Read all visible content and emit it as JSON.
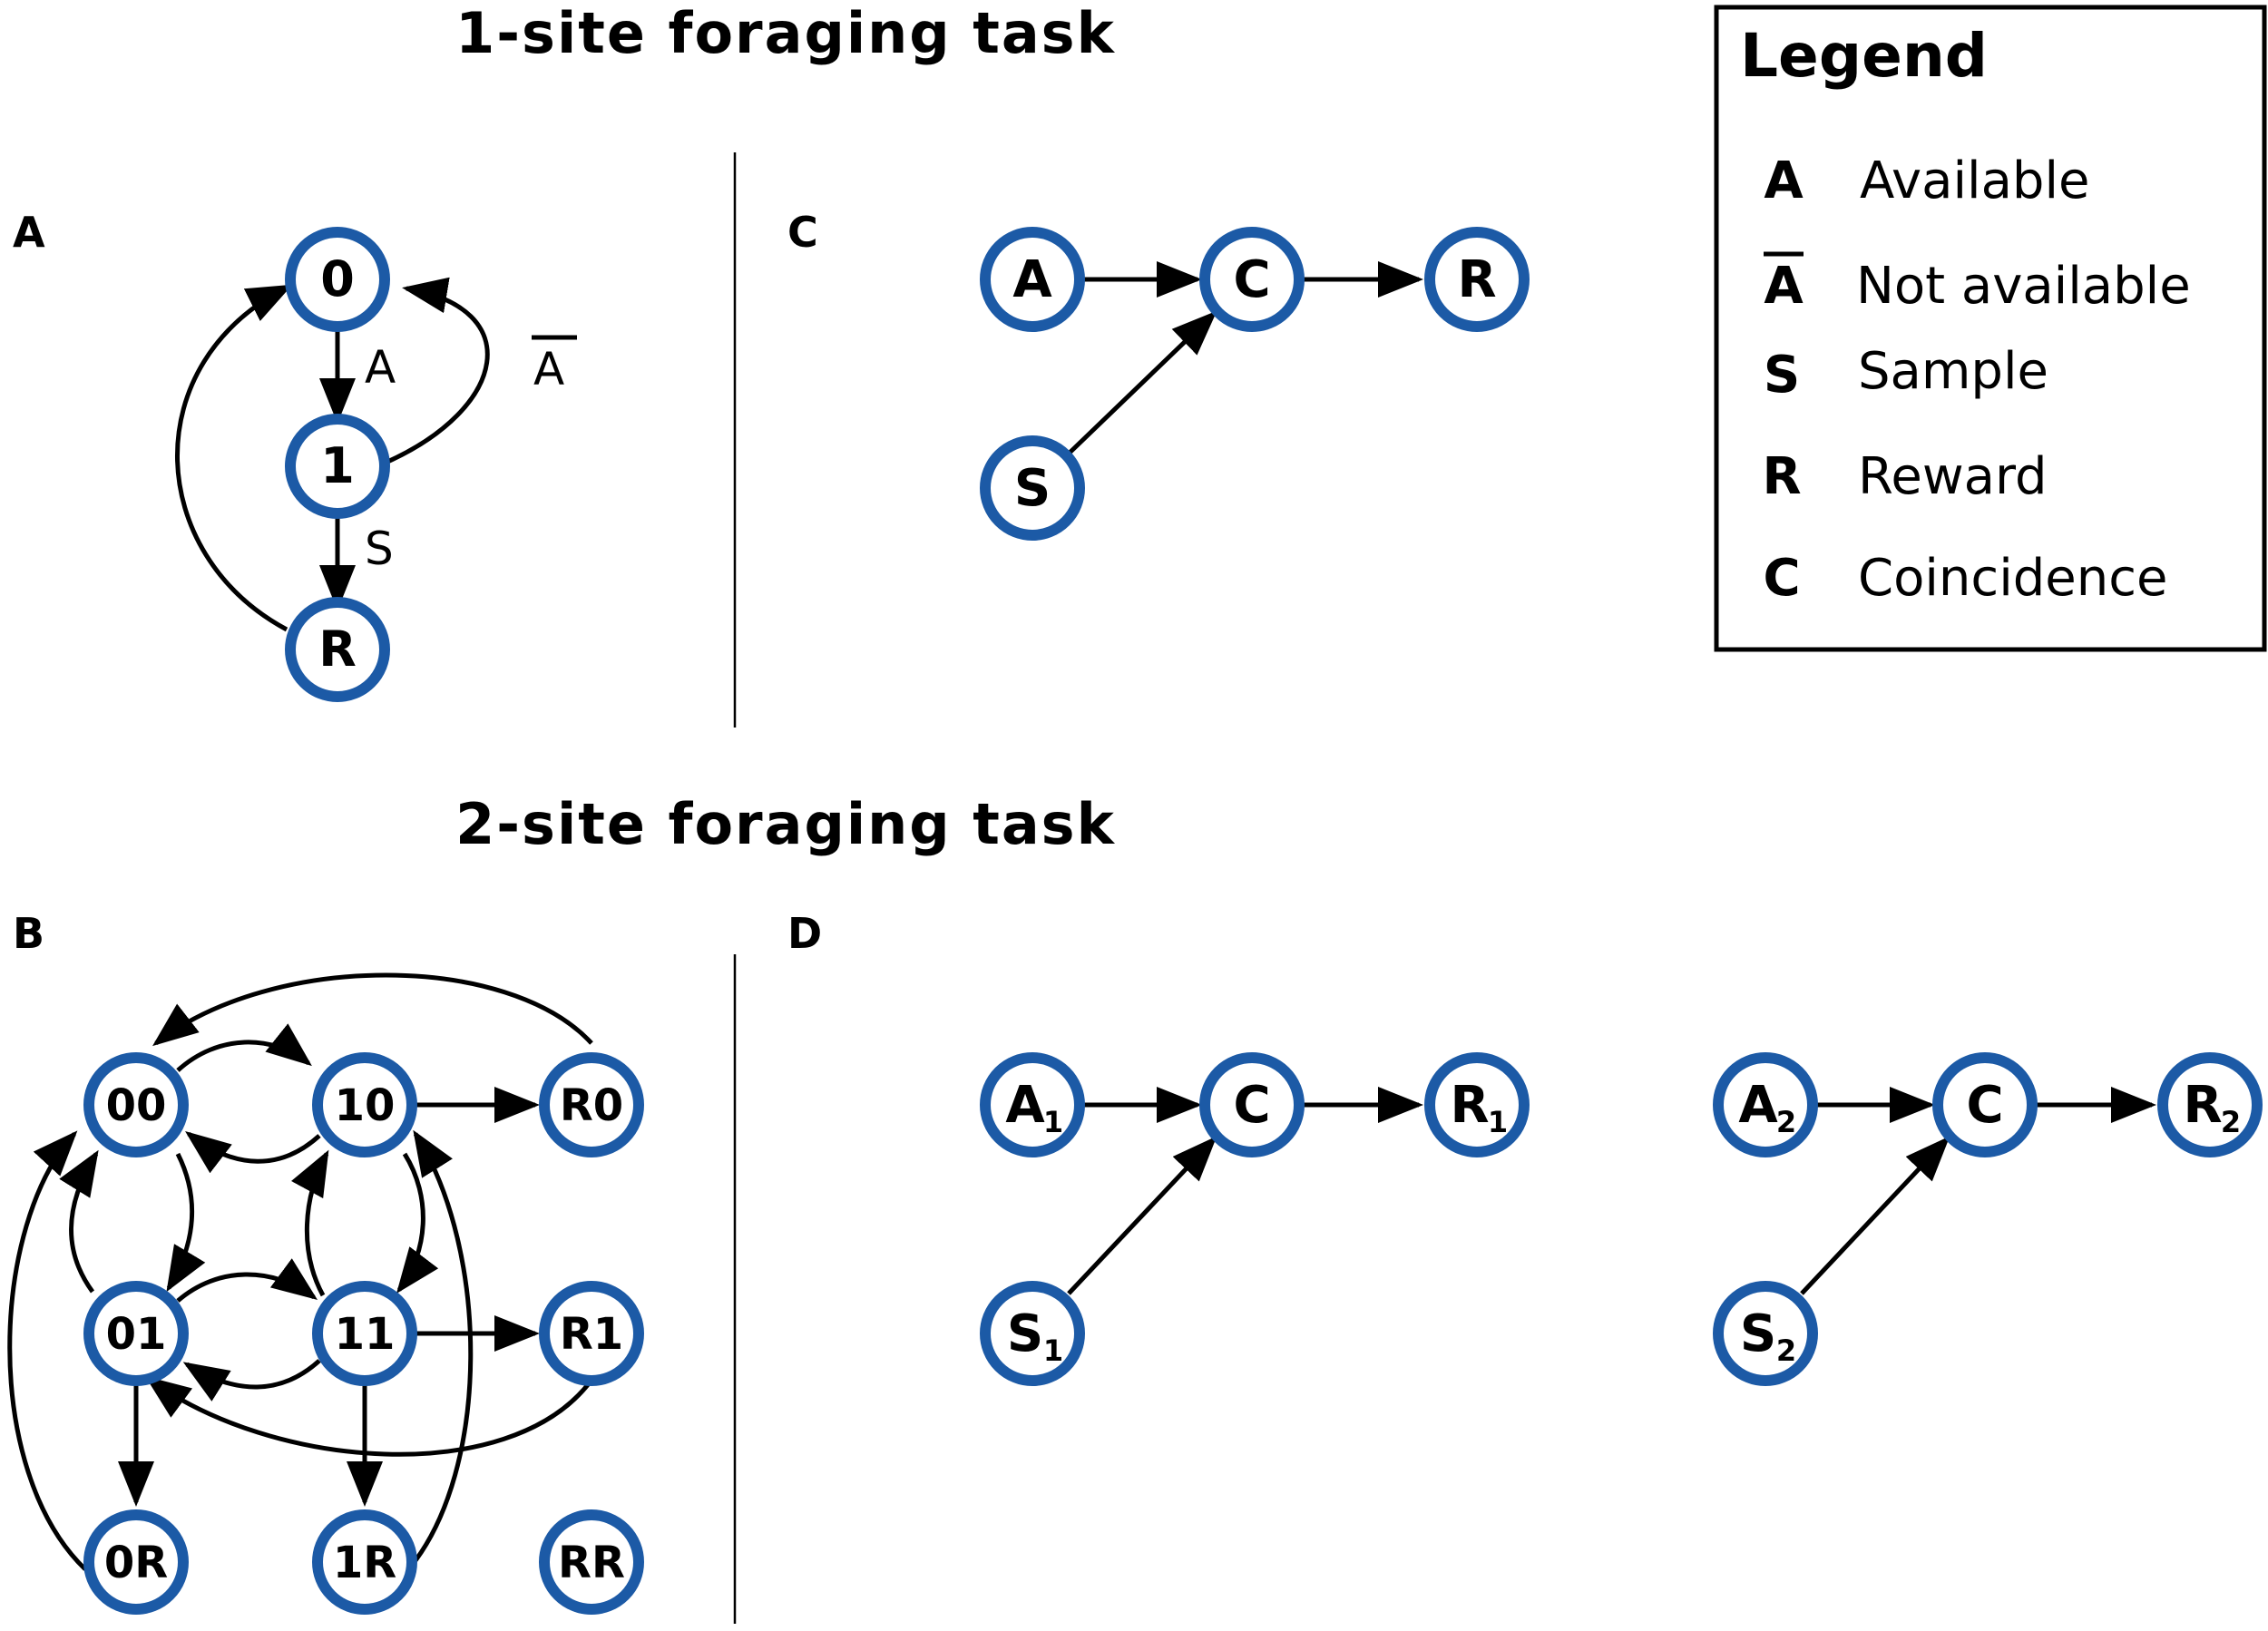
{
  "titles": {
    "one_site": "1-site foraging task",
    "two_site": "2-site foraging task"
  },
  "panels": {
    "a": "A",
    "b": "B",
    "c": "C",
    "d": "D"
  },
  "legend": {
    "title": "Legend",
    "items": [
      {
        "symbol": "A",
        "overline": false,
        "label": "Available"
      },
      {
        "symbol": "A",
        "overline": true,
        "label": "Not available"
      },
      {
        "symbol": "S",
        "overline": false,
        "label": "Sample"
      },
      {
        "symbol": "R",
        "overline": false,
        "label": "Reward"
      },
      {
        "symbol": "C",
        "overline": false,
        "label": "Coincidence"
      }
    ]
  },
  "panel_a": {
    "nodes": {
      "n0": "0",
      "n1": "1",
      "nR": "R"
    },
    "edge_labels": {
      "a": "A",
      "not_a": "A",
      "s": "S"
    }
  },
  "panel_b": {
    "nodes": {
      "n00": "00",
      "n10": "10",
      "nR0": "R0",
      "n01": "01",
      "n11": "11",
      "nR1": "R1",
      "n0R": "0R",
      "n1R": "1R",
      "nRR": "RR"
    }
  },
  "panel_c": {
    "nodes": {
      "a": "A",
      "c": "C",
      "r": "R",
      "s": "S"
    }
  },
  "panel_d": {
    "left": {
      "a": "A",
      "a_sub": "1",
      "c": "C",
      "r": "R",
      "r_sub": "1",
      "s": "S",
      "s_sub": "1"
    },
    "right": {
      "a": "A",
      "a_sub": "2",
      "c": "C",
      "r": "R",
      "r_sub": "2",
      "s": "S",
      "s_sub": "2"
    }
  },
  "colors": {
    "node_stroke": "#1c5aa6",
    "edge": "#000000",
    "background": "#ffffff"
  }
}
